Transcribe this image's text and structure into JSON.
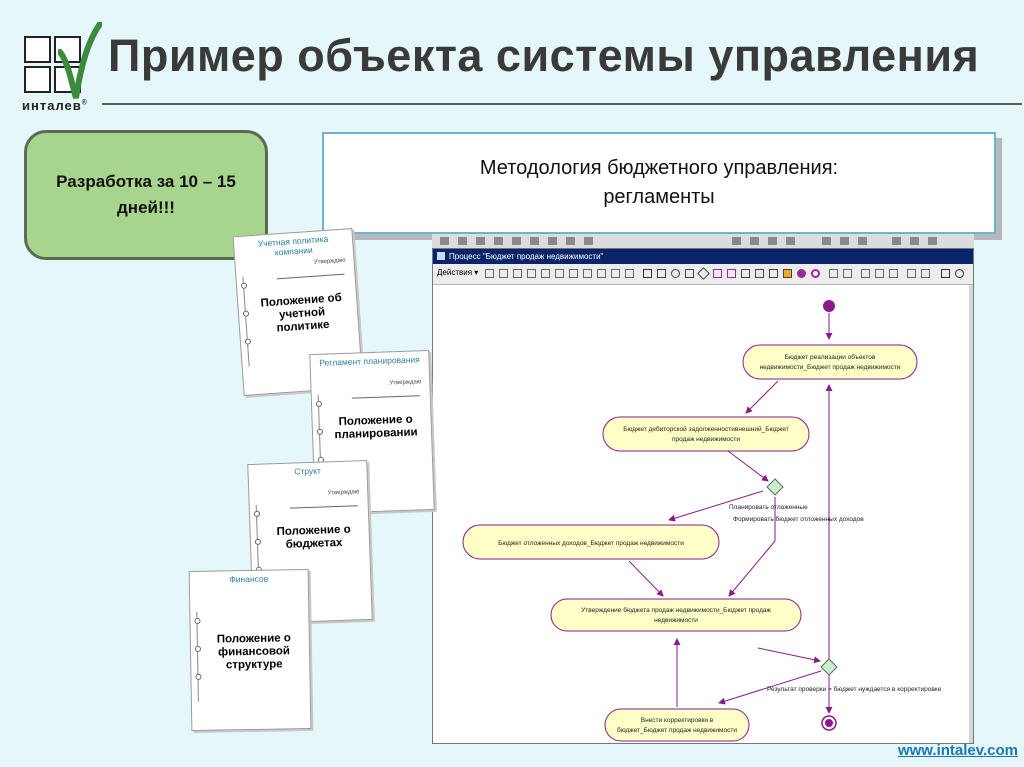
{
  "slide": {
    "title": "Пример объекта системы управления",
    "logo_text": "инталев",
    "logo_mark": "®",
    "green_box": "Разработка за 10 – 15 дней!!!",
    "method_box_line1": "Методология бюджетного управления:",
    "method_box_line2": "регламенты",
    "footer_link": "www.intalev.com"
  },
  "documents": [
    {
      "header": "Учетная политика компании",
      "signature": "Утверждаю",
      "title": "Положение об учетной политике"
    },
    {
      "header": "Регламент планирования",
      "signature": "Утверждаю",
      "title": "Положение о планировании"
    },
    {
      "header": "Структ",
      "signature": "Утверждаю",
      "title": "Положение о бюджетах"
    },
    {
      "header": "Финансов",
      "signature": "",
      "title": "Положение о финансовой структуре"
    }
  ],
  "app": {
    "window_title": "Процесс \"Бюджет продаж недвижимости\"",
    "actions_menu": "Действия",
    "nodes": [
      "Бюджет реализации объектов недвижимости_Бюджет продаж недвижимости",
      "Бюджет дебиторской задолженностивнешний_Бюджет продаж недвижимости",
      "Бюджет отложенных доходов_Бюджет продаж недвижимости",
      "Утверждение бюджета продаж недвижимости_Бюджет продаж недвижимости",
      "Внести корректировки в бюджет_Бюджет продаж недвижимости"
    ],
    "edge_labels": {
      "plan_deferred": "Планировать отложенные",
      "deferred_note": "Формировать бюджет отложенных доходов",
      "check_result": "Результат проверки = бюджет нуждается в корректировке"
    }
  },
  "colors": {
    "background": "#e6f7f9",
    "green_box": "#a7d58e",
    "node_fill": "#ffffc8",
    "node_stroke": "#8a1a8a",
    "start_node": "#8a1a8a",
    "decision_fill": "#c8f0c8",
    "title_bar": "#0a246a",
    "link": "#1976b8"
  }
}
